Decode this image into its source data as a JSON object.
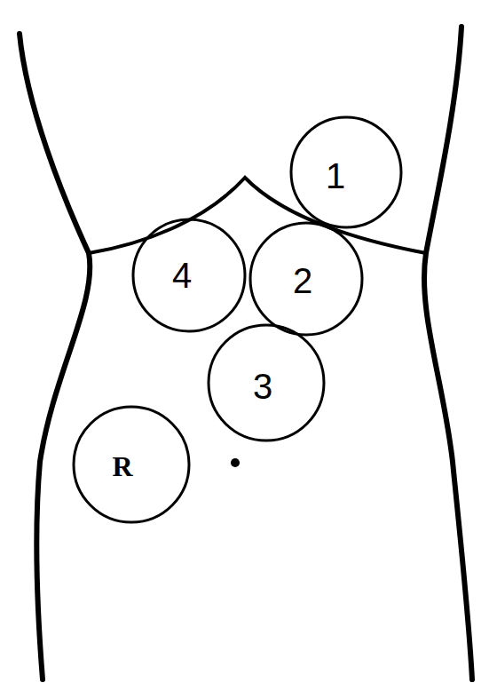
{
  "diagram": {
    "nodes": [
      {
        "text": [
          "1"
        ]
      },
      {
        "text": [
          "4"
        ]
      },
      {
        "text": [
          "2"
        ]
      },
      {
        "text": [
          "3"
        ]
      },
      {
        "text": [
          "R"
        ]
      }
    ]
  }
}
